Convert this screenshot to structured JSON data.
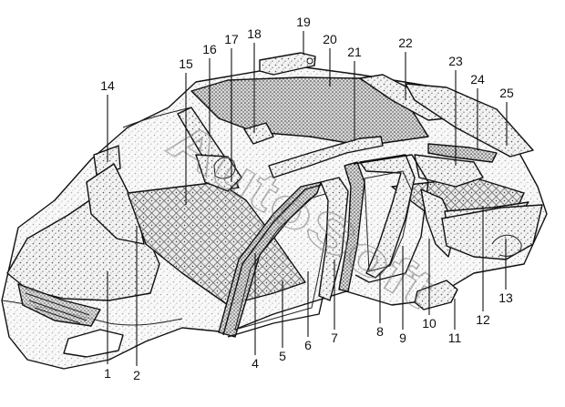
{
  "diagram": {
    "watermark": "AutoSoft",
    "callouts": [
      "1",
      "2",
      "4",
      "5",
      "6",
      "7",
      "8",
      "9",
      "10",
      "11",
      "12",
      "13",
      "14",
      "15",
      "16",
      "17",
      "18",
      "19",
      "20",
      "21",
      "22",
      "23",
      "24",
      "25"
    ],
    "colors": {
      "ink": "#111111",
      "speckle": "#bdbdbd",
      "background": "#ffffff"
    }
  }
}
